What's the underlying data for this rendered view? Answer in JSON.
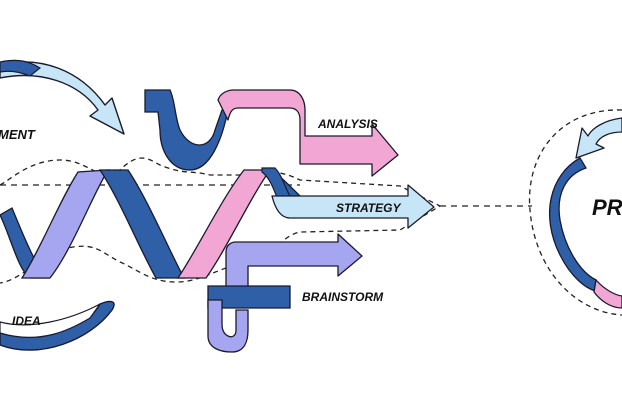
{
  "labels": {
    "development": "MENT",
    "idea": "IDEA",
    "analysis": "ANALYSIS",
    "strategy": "STRATEGY",
    "brainstorm": "BRAINSTORM",
    "process": "PR"
  },
  "colors": {
    "dark_blue": "#2f5fa6",
    "lavender": "#a6a6f0",
    "pink": "#f2a6d4",
    "light_blue": "#c6e6f8",
    "outline": "#1a1a2e",
    "dash": "#222222"
  }
}
